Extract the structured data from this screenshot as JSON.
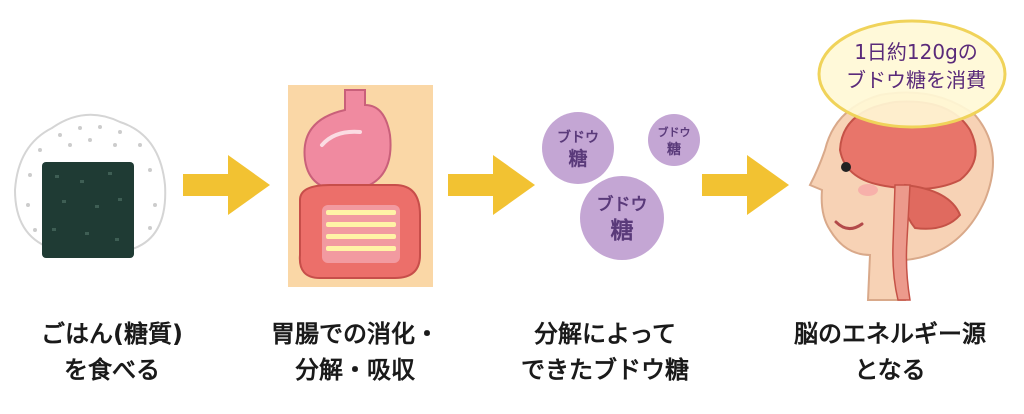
{
  "steps": [
    {
      "caption_line1": "ごはん(糖質)",
      "caption_line2": "を食べる",
      "icon": "rice-ball"
    },
    {
      "caption_line1": "胃腸での消化・",
      "caption_line2": "分解・吸収",
      "icon": "stomach-intestines"
    },
    {
      "caption_line1": "分解によって",
      "caption_line2": "できたブドウ糖",
      "icon": "glucose-molecules"
    },
    {
      "caption_line1": "脳のエネルギー源",
      "caption_line2": "となる",
      "icon": "brain-head"
    }
  ],
  "glucose_label_line1": "ブドウ",
  "glucose_label_line2": "糖",
  "bubble": {
    "line1": "1日約120gの",
    "line2": "ブドウ糖を消費"
  },
  "colors": {
    "arrow": "#f2c232",
    "glucose": "#c4a6d4",
    "glucose_text": "#5a3a7a",
    "bubble_fill": "#fff8d6",
    "bubble_border": "#f0d35a",
    "bubble_text": "#5a2a7a",
    "skin": "#f7d2b5",
    "brain": "#e8756a",
    "stomach": "#f08aa0"
  }
}
